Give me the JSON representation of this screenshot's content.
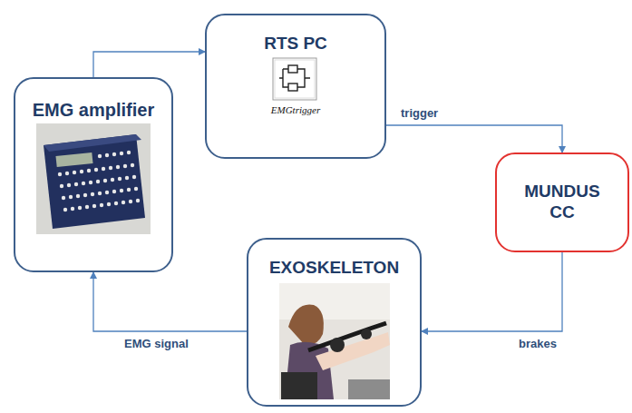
{
  "diagram": {
    "nodes": [
      {
        "text": [
          "EMG amplifier"
        ]
      },
      {
        "text": [
          "RTS PC",
          "EMGtrigger"
        ]
      },
      {
        "text": [
          "MUNDUS CC"
        ]
      },
      {
        "text": [
          "EXOSKELETON"
        ]
      }
    ],
    "edges": [
      {
        "from": 0,
        "to": 1,
        "arrow": "to"
      },
      {
        "from": 1,
        "to": 2,
        "label": "trigger",
        "arrow": "to"
      },
      {
        "from": 2,
        "to": 3,
        "label": "brakes",
        "arrow": "to"
      },
      {
        "from": 3,
        "to": 0,
        "label": "EMG signal",
        "arrow": "to"
      }
    ]
  }
}
